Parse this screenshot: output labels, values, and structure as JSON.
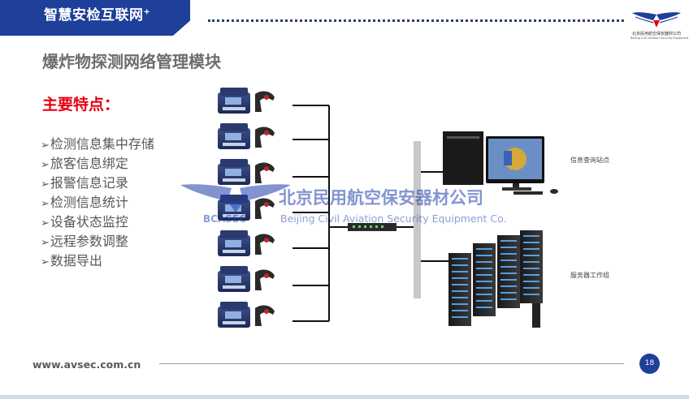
{
  "header": {
    "brand_text": "智慧安检互联网",
    "brand_sup": "+",
    "logo_caption": "北京民用航空保安器材公司",
    "logo_sub": "Beijing Civil Aviation Security Equipment Co."
  },
  "slide": {
    "title": "爆炸物探测网络管理模块",
    "features_heading": "主要特点：",
    "features": [
      "检测信息集中存储",
      "旅客信息绑定",
      "报警信息记录",
      "检测信息统计",
      "设备状态监控",
      "远程参数调整",
      "数据导出"
    ],
    "bullet_glyph": "➢"
  },
  "diagram": {
    "query_station_label": "信息查询站点",
    "server_group_label": "服务器工作组",
    "detector_count": 7
  },
  "watermark": {
    "name_cn": "北京民用航空保安器材公司",
    "name_en": "Beijing Civil Aviation Security Equipment Co.",
    "abbr": "BCASEC"
  },
  "footer": {
    "website": "www.avsec.com.cn",
    "page_number": "18"
  },
  "colors": {
    "brand_blue": "#1e3f9a",
    "accent_red": "#e60012",
    "text_gray": "#575757"
  }
}
